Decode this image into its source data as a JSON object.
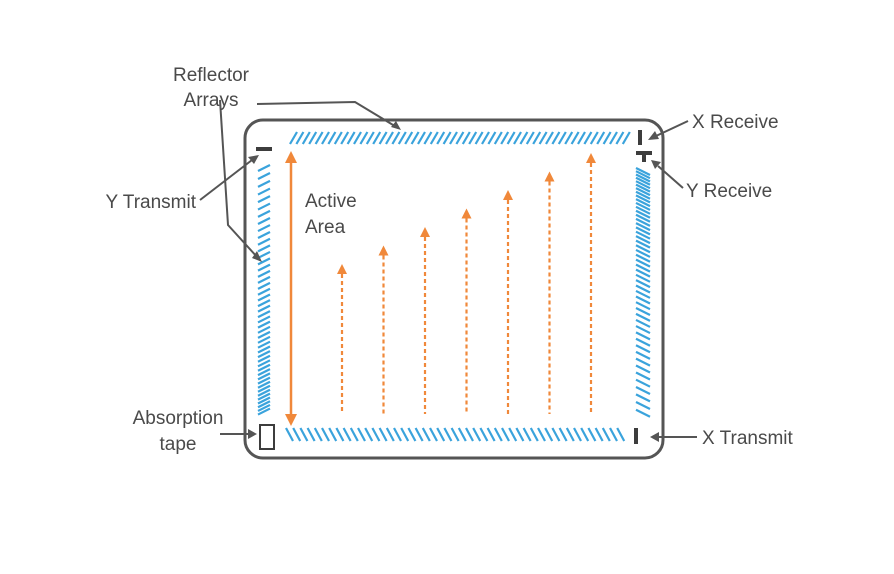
{
  "labels": {
    "reflector_line1": "Reflector",
    "reflector_line2": "Arrays",
    "x_receive": "X Receive",
    "y_receive": "Y Receive",
    "y_transmit": "Y Transmit",
    "active_line1": "Active",
    "active_line2": "Area",
    "absorption_line1": "Absorption",
    "absorption_line2": "tape",
    "x_transmit": "X Transmit"
  },
  "colors": {
    "frame": "#555555",
    "reflector": "#3aa3dc",
    "wave": "#f0883a",
    "text": "#4a4a4a",
    "transducer": "#3d3d3d"
  },
  "wave_arrow_count": 7
}
